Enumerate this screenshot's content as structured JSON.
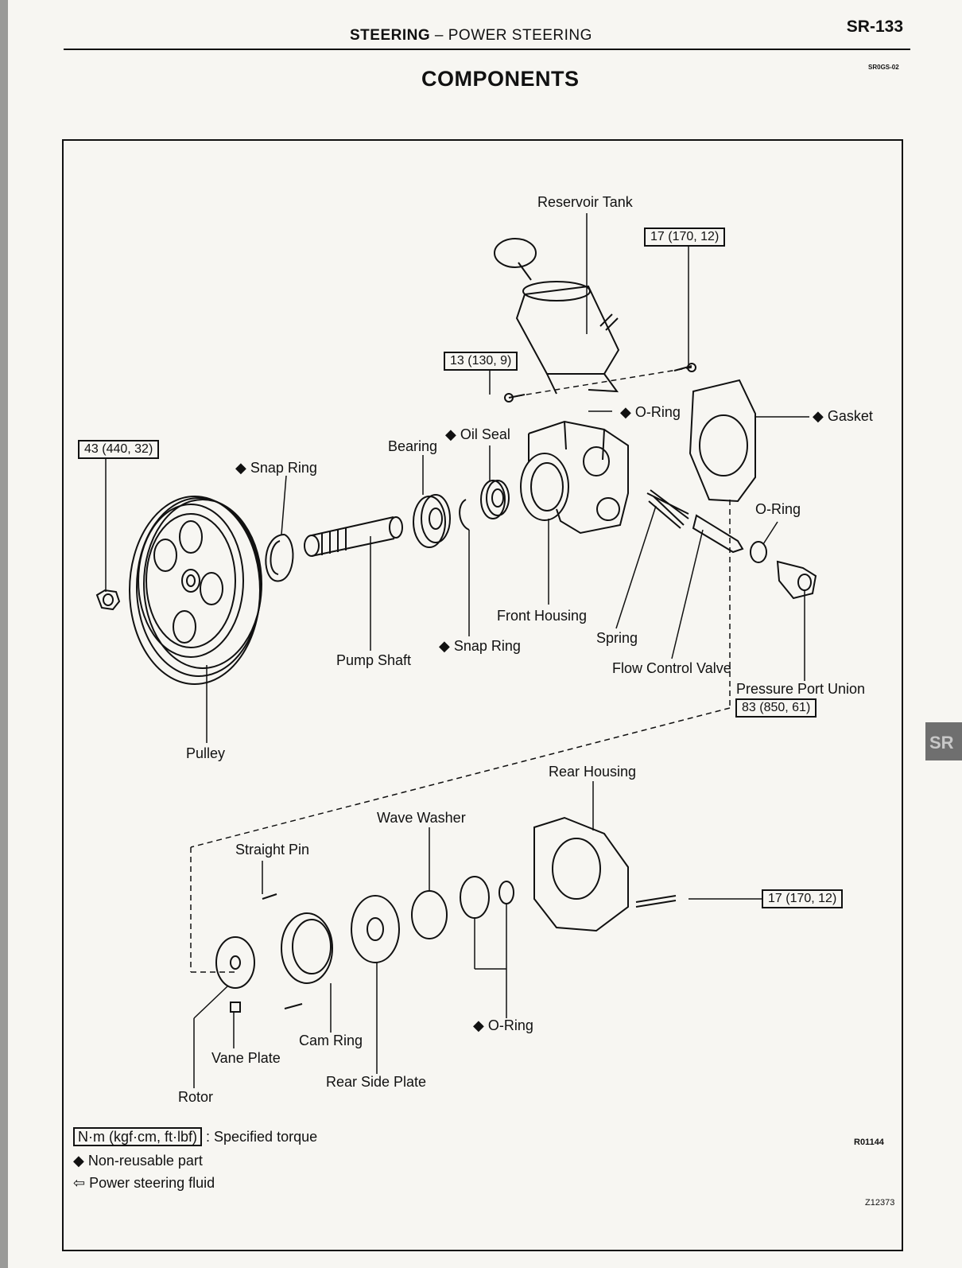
{
  "header": {
    "section_bold": "STEERING",
    "section_rest": "– POWER STEERING",
    "page": "SR-133",
    "tab": "SR"
  },
  "title": "COMPONENTS",
  "code_top": "SR0GS-02",
  "torques": {
    "t_43": "43 (440, 32)",
    "t_17a": "17 (170, 12)",
    "t_13": "13 (130, 9)",
    "t_83": "83 (850, 61)",
    "t_17b": "17 (170, 12)"
  },
  "labels": {
    "reservoir_tank": "Reservoir Tank",
    "o_ring_top": "◆ O-Ring",
    "gasket": "◆ Gasket",
    "oil_seal": "◆ Oil Seal",
    "bearing": "Bearing",
    "snap_ring_1": "◆ Snap Ring",
    "o_ring_mid": "O-Ring",
    "front_housing": "Front Housing",
    "spring": "Spring",
    "snap_ring_2": "◆ Snap Ring",
    "pump_shaft": "Pump Shaft",
    "flow_control_valve": "Flow Control Valve",
    "pressure_port_union": "Pressure Port Union",
    "pulley": "Pulley",
    "rear_housing": "Rear Housing",
    "wave_washer": "Wave Washer",
    "straight_pin": "Straight Pin",
    "o_ring_bottom": "◆ O-Ring",
    "cam_ring": "Cam Ring",
    "vane_plate": "Vane Plate",
    "rear_side_plate": "Rear Side Plate",
    "rotor": "Rotor"
  },
  "legend": {
    "unit_box": "N·m (kgf·cm, ft·lbf)",
    "unit_text": ": Specified torque",
    "nonreusable": "◆  Non-reusable part",
    "fluid": "⇦  Power steering fluid"
  },
  "figure_codes": {
    "a": "R01144",
    "b": "Z12373"
  }
}
